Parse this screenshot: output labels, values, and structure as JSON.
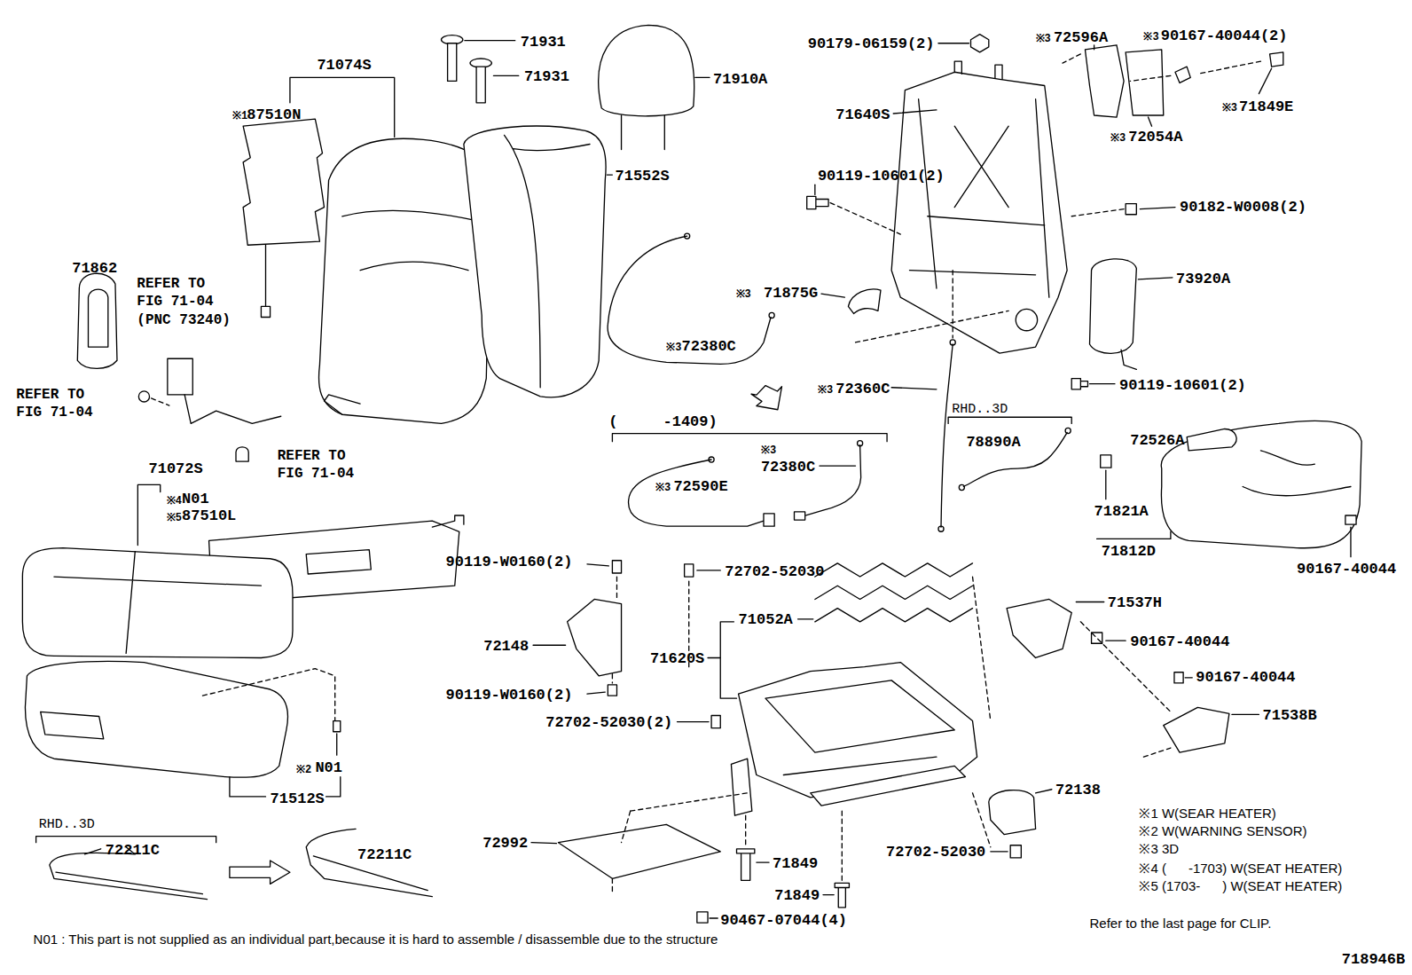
{
  "diagram": {
    "labels": [
      "71931",
      "71931",
      "71910A",
      "71074S",
      "※1",
      "87510N",
      "71552S",
      "90179-06159(2)",
      "※3",
      "72596A",
      "※3",
      "90167-40044(2)",
      "71640S",
      "※3",
      "71849E",
      "※3",
      "72054A",
      "90119-10601(2)",
      "90182-W0008(2)",
      "71862",
      "REFER TO FIG 71-04 (PNC 73240)",
      "※3",
      "71875G",
      "73920A",
      "REFER TO FIG 71-04",
      "※3",
      "72380C",
      "※3",
      "72360C",
      "90119-10601(2)",
      "REFER TO FIG 71-04",
      "(     -1409)",
      "RHD..3D",
      "78890A",
      "72526A",
      "※3",
      "72380C",
      "71072S",
      "※4",
      "N01",
      "※5",
      "87510L",
      "※3",
      "72590E",
      "71821A",
      "71812D",
      "90167-40044",
      "90119-W0160(2)",
      "72702-52030",
      "71052A",
      "71537H",
      "90167-40044",
      "72148",
      "71620S",
      "90167-40044",
      "71538B",
      "90119-W0160(2)",
      "72702-52030(2)",
      "※2",
      "N01",
      "71512S",
      "72138",
      "RHD..3D",
      "72211C",
      "72211C",
      "72992",
      "72702-52030",
      "71849",
      "71849",
      "90467-07044(4)",
      "※1 W(SEAR HEATER)",
      "※2 W(WARNING SENSOR)",
      "※3 3D",
      "※4 (      -1703) W(SEAT HEATER)",
      "※5 (1703-      ) W(SEAT HEATER)",
      "Refer to the last page for CLIP.",
      "N01 : This part is not supplied as an individual part,because it is hard to assemble / disassemble due to the structure",
      "718946B"
    ]
  }
}
